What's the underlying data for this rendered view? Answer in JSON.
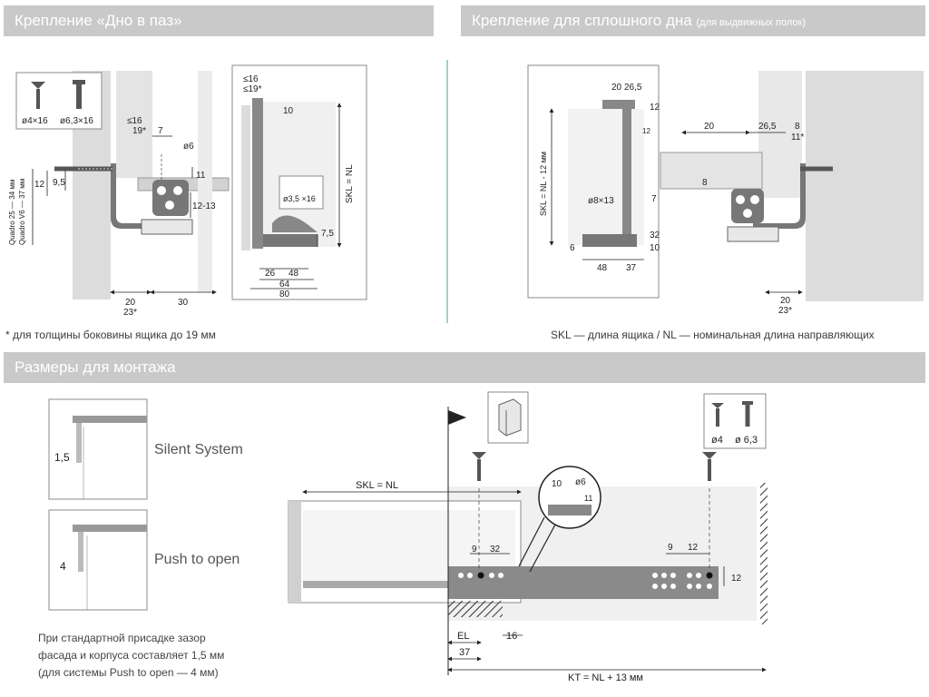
{
  "headers": {
    "dno_v_paz": "Крепление «Дно в паз»",
    "sploshnoe_main": "Крепление для сплошного дна",
    "sploshnoe_sub": "(для выдвижных полок)",
    "mounting": "Размеры для монтажа"
  },
  "notes": {
    "footnote": "* для толщины боковины ящика до 19 мм",
    "skl_legend": "SKL — длина ящика / NL — номинальная длина направляющих"
  },
  "systems": {
    "silent": "Silent System",
    "push": "Push to open",
    "silent_gap": "1,5",
    "push_gap": "4"
  },
  "paragraph": {
    "line1": "При стандартной присадке зазор",
    "line2": "фасада и корпуса составляет 1,5 мм",
    "line3": "(для системы Push to open — 4 мм)"
  },
  "fig1": {
    "screw_a": "ø4×16",
    "screw_b": "ø6,3×16",
    "side_label_1": "Quadro 25 — 34 мм",
    "side_label_2": "Quadro V6 — 37 мм",
    "d_le16": "≤16",
    "d_19": "19*",
    "d_7": "7",
    "d_6": "ø6",
    "d_11": "11",
    "d_12": "12",
    "d_95": "9,5",
    "d_1213": "12-13",
    "d_20": "20",
    "d_23": "23*",
    "d_30": "30"
  },
  "fig2": {
    "d_le16": "≤16",
    "d_le19": "≤19*",
    "d_10": "10",
    "skl": "SKL = NL",
    "screw": "ø3,5 ×16",
    "d_75": "7,5",
    "d_26": "26",
    "d_48": "48",
    "d_64": "64",
    "d_80": "80"
  },
  "fig3": {
    "d_20": "20",
    "d_265": "26,5",
    "d_12a": "12",
    "d_12b": "12",
    "skl": "SKL = NL - 12 мм",
    "d_813": "ø8×13",
    "d_7": "7",
    "d_32": "32",
    "d_10": "10",
    "d_6": "6",
    "d_48": "48",
    "d_37": "37"
  },
  "fig4": {
    "d_20a": "20",
    "d_265": "26,5",
    "d_8a": "8",
    "d_11": "11*",
    "d_8b": "8",
    "d_20b": "20",
    "d_23": "23*"
  },
  "mount": {
    "skl": "SKL = NL",
    "kt": "KT = NL + 13 мм",
    "el": "EL",
    "d_37": "37",
    "d_16": "16",
    "d_9a": "9",
    "d_32": "32",
    "d_9b": "9",
    "d_12a": "12",
    "d_12b": "12",
    "d_10": "10",
    "d_6": "ø6",
    "d_11": "11",
    "screw_a": "ø4",
    "screw_b": "ø 6,3"
  }
}
